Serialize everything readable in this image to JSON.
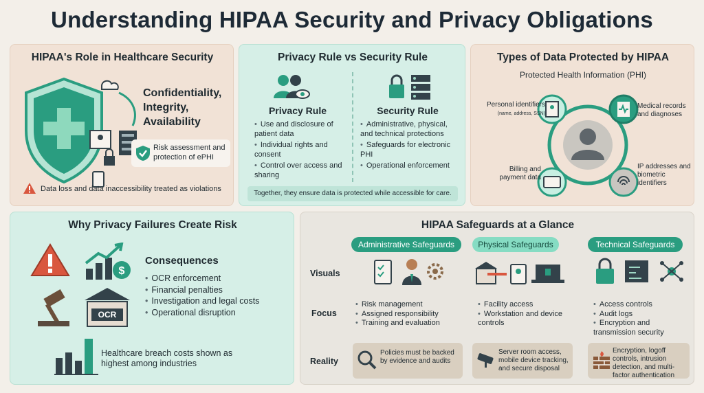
{
  "title": "Understanding HIPAA Security and Privacy Obligations",
  "role_panel": {
    "heading": "HIPAA's Role in Healthcare Security",
    "cia": [
      "Confidentiality,",
      "Integrity,",
      "Availability"
    ],
    "risk_card": "Risk assessment and protection of ePHI",
    "warning": "Data loss and data inaccessibility treated as violations"
  },
  "rules_panel": {
    "heading": "Privacy Rule vs Security Rule",
    "privacy": {
      "title": "Privacy Rule",
      "items": [
        "Use and disclosure of patient data",
        "Individual rights and consent",
        "Control over access and sharing"
      ]
    },
    "security": {
      "title": "Security Rule",
      "items": [
        "Administrative, physical, and technical protections",
        "Safeguards for electronic PHI",
        "Operational enforcement"
      ]
    },
    "footer": "Together, they ensure data is protected while accessible for care."
  },
  "data_panel": {
    "heading": "Types of Data Protected by HIPAA",
    "subheading": "Protected Health Information (PHI)",
    "personal": "Personal identifiers",
    "personal_sub": "(name, address, SSN)",
    "medical": "Medical records and diagnoses",
    "billing": "Billing and payment data",
    "ip": "IP addresses and biometric identifiers"
  },
  "risk_panel": {
    "heading": "Why Privacy Failures Create Risk",
    "consequences_title": "Consequences",
    "consequences": [
      "OCR enforcement",
      "Financial penalties",
      "Investigation and legal costs",
      "Operational disruption"
    ],
    "ocr_label": "OCR",
    "breach_note": "Healthcare breach costs shown as highest among industries"
  },
  "safeguards_panel": {
    "heading": "HIPAA Safeguards at a Glance",
    "row_labels": [
      "Visuals",
      "Focus",
      "Reality"
    ],
    "columns": [
      {
        "name": "Administrative Safeguards",
        "focus": [
          "Risk management",
          "Assigned responsibility",
          "Training and evaluation"
        ],
        "reality": "Policies must be backed by evidence and audits"
      },
      {
        "name": "Physical Safeguards",
        "focus": [
          "Facility access",
          "Workstation and device controls"
        ],
        "reality": "Server room access, mobile device tracking, and secure disposal"
      },
      {
        "name": "Technical Safeguards",
        "focus": [
          "Access controls",
          "Audit logs",
          "Encryption and transmission security"
        ],
        "reality": "Encryption, logoff controls, intrusion detection, and multi-factor authentication"
      }
    ]
  },
  "colors": {
    "teal": "#2a9d80",
    "mint": "#d6efe7",
    "sand": "#f1e2d6",
    "warning": "#d9573f"
  }
}
